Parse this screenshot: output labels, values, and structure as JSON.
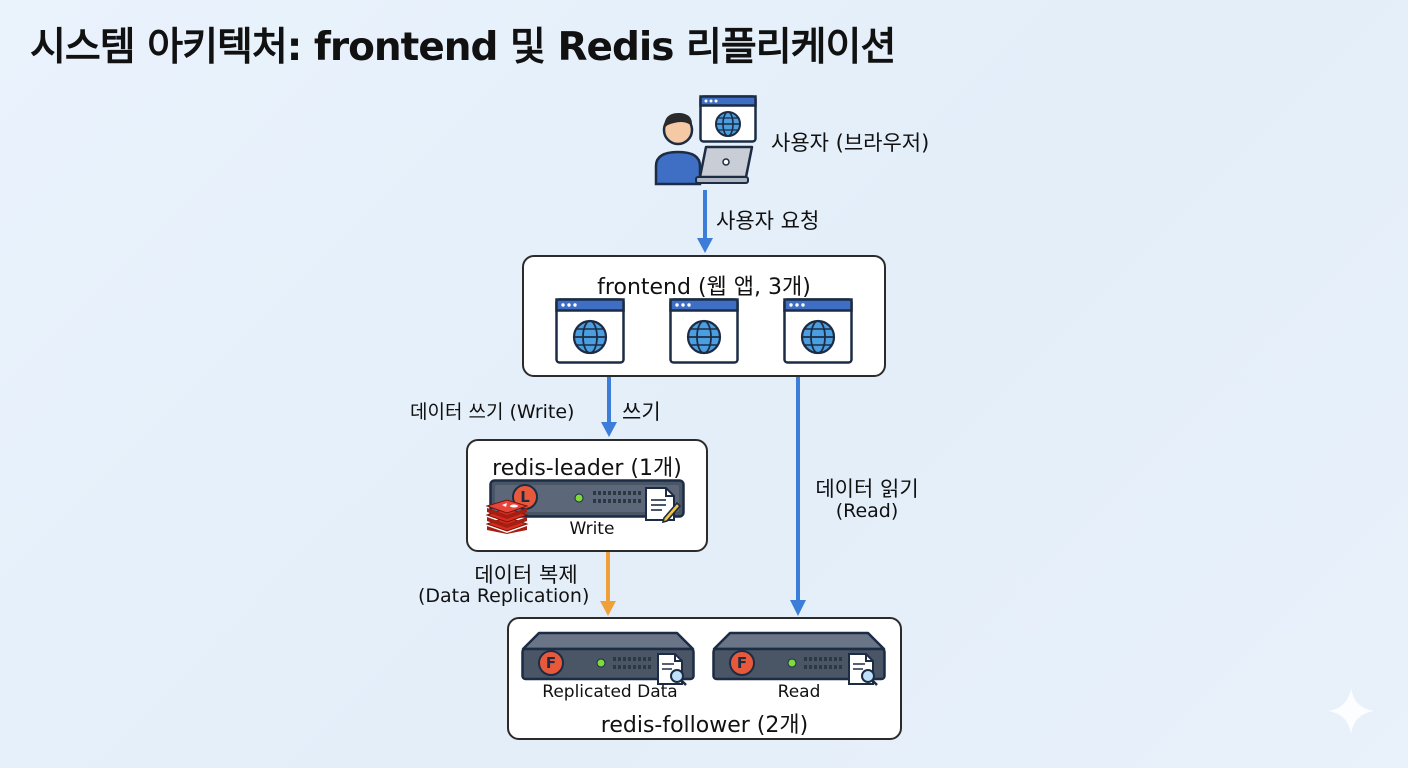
{
  "title": "시스템 아키텍처: frontend 및 Redis 리플리케이션",
  "user": {
    "label": "사용자 (브라우저)"
  },
  "request_label": "사용자 요청",
  "frontend": {
    "title": "frontend (웹 앱, 3개)"
  },
  "write_flow": {
    "label": "데이터 쓰기 (Write)",
    "short_label": "쓰기"
  },
  "read_flow": {
    "label": "데이터 읽기",
    "sub_label": "(Read)"
  },
  "leader": {
    "title": "redis-leader (1개)",
    "badge": "L",
    "caption": "Write"
  },
  "replication": {
    "label": "데이터 복제",
    "sub_label": "(Data Replication)"
  },
  "followers": {
    "title": "redis-follower (2개)",
    "items": [
      {
        "badge": "F",
        "caption": "Replicated Data"
      },
      {
        "badge": "F",
        "caption": "Read"
      }
    ]
  },
  "colors": {
    "arrow_blue": "#3b7dd8",
    "arrow_orange": "#f0a03a",
    "badge_orange": "#e8593c",
    "accent_blue": "#3f6fc4"
  },
  "icons": [
    "user-icon",
    "browser-window-icon",
    "laptop-icon",
    "globe-icon",
    "server-icon",
    "redis-logo-icon",
    "document-edit-icon",
    "document-search-icon",
    "sparkle-icon"
  ]
}
